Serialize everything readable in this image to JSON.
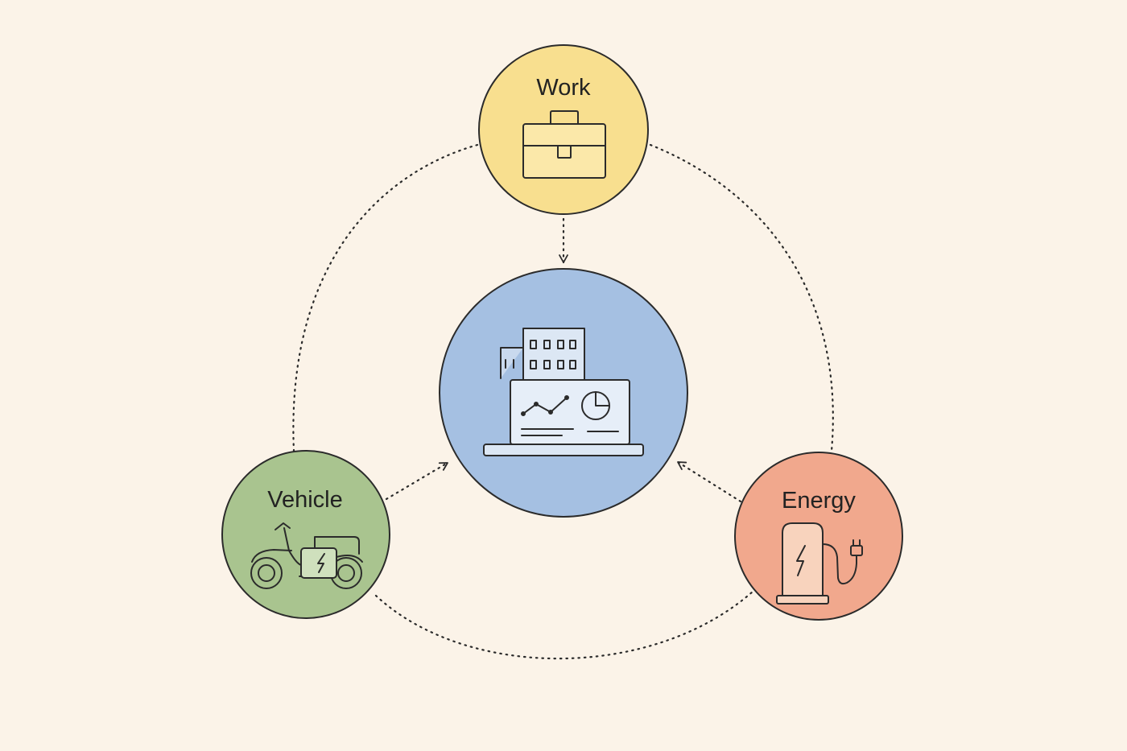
{
  "nodes": {
    "work": {
      "label": "Work",
      "color": "#f8df8f",
      "icon": "briefcase-icon"
    },
    "vehicle": {
      "label": "Vehicle",
      "color": "#a9c48f",
      "icon": "electric-scooter-icon"
    },
    "energy": {
      "label": "Energy",
      "color": "#f1a88d",
      "icon": "charging-station-icon"
    },
    "hub": {
      "label": "",
      "color": "#a5c0e2",
      "icon": "business-dashboard-icon"
    }
  },
  "connections": [
    {
      "from": "work",
      "to": "hub",
      "style": "dotted-arrow"
    },
    {
      "from": "vehicle",
      "to": "hub",
      "style": "dotted-arrow"
    },
    {
      "from": "energy",
      "to": "hub",
      "style": "dotted-arrow"
    },
    {
      "from": "work",
      "to": "vehicle",
      "style": "dotted-arc"
    },
    {
      "from": "work",
      "to": "energy",
      "style": "dotted-arc"
    },
    {
      "from": "vehicle",
      "to": "energy",
      "style": "dotted-arc"
    }
  ],
  "colors": {
    "background": "#fbf3e8",
    "outline": "#2b2b2b"
  }
}
